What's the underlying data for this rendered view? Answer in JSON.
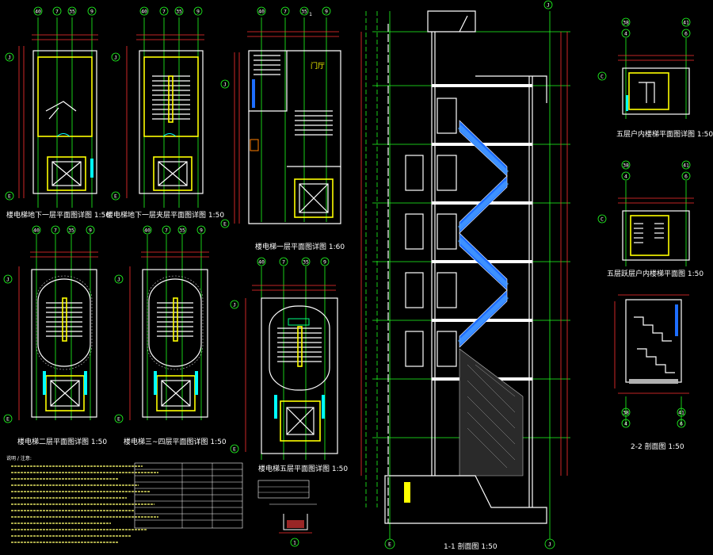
{
  "drawing": {
    "plans": [
      {
        "id": "p1",
        "title": "楼电梯地下一层平面图详图 1:50",
        "axes_top": [
          "40",
          "7",
          "35",
          "9"
        ],
        "axis_left_top": "J",
        "axis_left_bottom": "E",
        "type": "lift"
      },
      {
        "id": "p2",
        "title": "楼电梯地下一层夹层平面图详图 1:50",
        "axes_top": [
          "40",
          "7",
          "35",
          "9"
        ],
        "axis_left_top": "J",
        "axis_left_bottom": "E",
        "type": "lift-stair"
      },
      {
        "id": "p3",
        "title": "楼电梯一层平面图详图 1:60",
        "axes_top": [
          "40",
          "7",
          "35",
          "9"
        ],
        "axis_left_top": "J",
        "axis_left_bottom": "E",
        "type": "ground",
        "room_label": "门厅"
      },
      {
        "id": "p4",
        "title": "楼电梯二层平面图详图 1:50",
        "axes_top": [
          "40",
          "7",
          "35",
          "9"
        ],
        "axis_left_top": "J",
        "axis_left_bottom": "E",
        "type": "oval"
      },
      {
        "id": "p5",
        "title": "楼电梯三~四层平面图详图 1:50",
        "axes_top": [
          "40",
          "7",
          "35",
          "9"
        ],
        "axis_left_top": "J",
        "axis_left_bottom": "E",
        "type": "oval"
      },
      {
        "id": "p6",
        "title": "楼电梯五层平面图详图 1:50",
        "axes_top": [
          "40",
          "7",
          "35",
          "9"
        ],
        "axis_left_top": "J",
        "axis_left_bottom": "E",
        "type": "oval"
      }
    ],
    "section_1_1": {
      "title": "1-1 剖面图 1:50",
      "axis_left": "E",
      "axis_right": "J",
      "cut_mark": "1"
    },
    "right_details": [
      {
        "id": "r1",
        "title": "五层户内楼梯平面图详图 1:50",
        "axes_top": [
          "38",
          "4",
          "41",
          "6"
        ],
        "axis_left": "C"
      },
      {
        "id": "r2",
        "title": "五层跃层户内楼梯平面图 1:50",
        "axes_top": [
          "38",
          "4",
          "41",
          "6"
        ],
        "axis_left": "C"
      },
      {
        "id": "r3",
        "title": "2-2 剖面图 1:50",
        "axes_bottom": [
          "38",
          "4",
          "41",
          "6"
        ]
      }
    ],
    "notes_heading": "说明 / 注意:",
    "detail_axis": "1",
    "colors": {
      "bg": "#000000",
      "wall": "#ffff00",
      "white": "#ffffff",
      "dim": "#ff3030",
      "axis": "#20ff20",
      "accent": "#00ffff",
      "rail": "#1e6eff"
    }
  }
}
